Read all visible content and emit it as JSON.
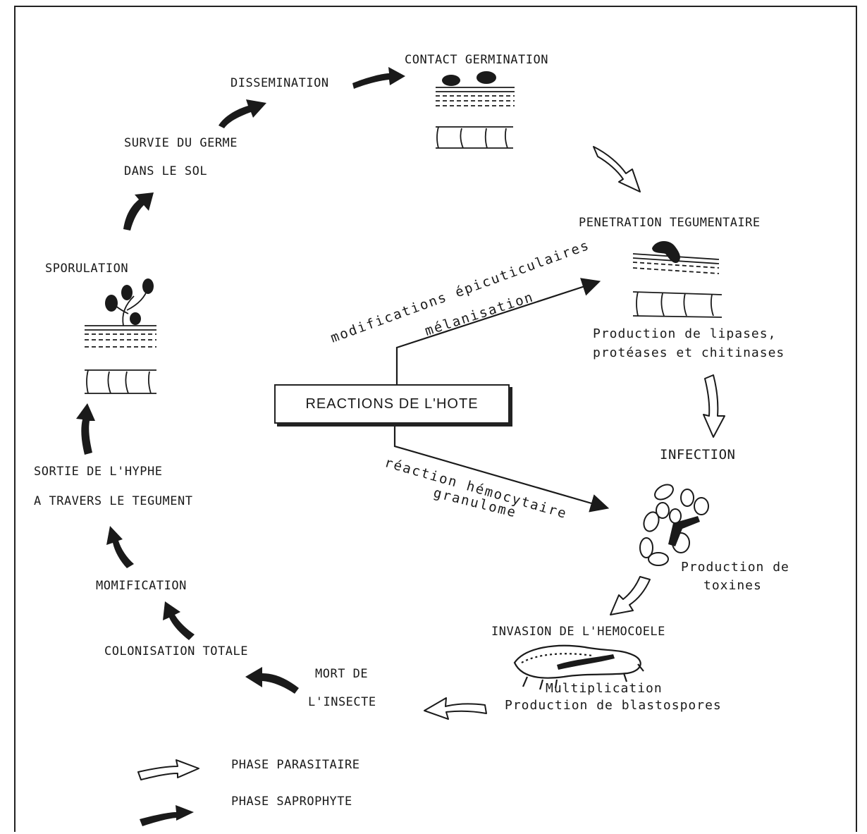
{
  "stages": {
    "contact": "CONTACT GERMINATION",
    "dissemination": "DISSEMINATION",
    "survie_line1": "SURVIE DU GERME",
    "survie_line2": "DANS LE SOL",
    "sporulation": "SPORULATION",
    "sortie_line1": "SORTIE DE L'HYPHE",
    "sortie_line2": "A TRAVERS LE TEGUMENT",
    "momification": "MOMIFICATION",
    "colonisation": "COLONISATION TOTALE",
    "mort_line1": "MORT DE",
    "mort_line2": "L'INSECTE",
    "penetration": "PENETRATION TEGUMENTAIRE",
    "enzymes_line1": "Production de lipases,",
    "enzymes_line2": "protéases et chitinases",
    "infection": "INFECTION",
    "toxines_line1": "Production de",
    "toxines_line2": "toxines",
    "invasion": "INVASION DE L'HEMOCOELE",
    "multiplication_line1": "Multiplication",
    "multiplication_line2": "Production de blastospores"
  },
  "host": {
    "box_label": "REACTIONS DE L'HOTE",
    "upper_line1": "modifications épicuticulaires",
    "upper_line2": "mélanisation",
    "lower_line1": "réaction hémocytaire",
    "lower_line2": "granulome"
  },
  "legend": {
    "parasitic_label": "PHASE PARASITAIRE",
    "saprophytic_label": "PHASE SAPROPHYTE"
  },
  "colors": {
    "ink": "#1a1a1a",
    "paper": "#ffffff"
  }
}
